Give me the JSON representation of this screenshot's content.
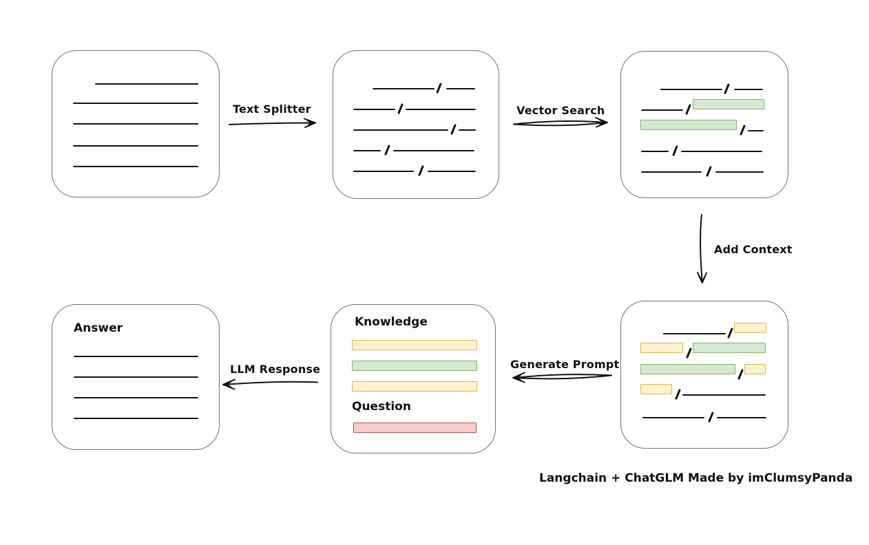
{
  "colors": {
    "canvas_bg": "#ffffff",
    "box_border": "#737373",
    "stroke": "#111111",
    "green_fill": "#d5e8d4",
    "green_border": "#82b366",
    "yellow_fill": "#fff2cc",
    "yellow_border": "#d6b656",
    "red_fill": "#f8cecc",
    "red_border": "#b85450"
  },
  "arrows": {
    "text_splitter": "Text Splitter",
    "vector_search": "Vector Search",
    "add_context": "Add Context",
    "generate_prompt": "Generate Prompt",
    "llm_response": "LLM Response"
  },
  "nodes": {
    "document": {
      "description": "source document with text lines"
    },
    "split_chunks": {
      "description": "text split into chunk segments separated by slashes"
    },
    "matched_chunks": {
      "description": "chunks with two green vector-search matches"
    },
    "context_chunks": {
      "description": "chunks with green matches and yellow context highlights"
    },
    "prompt": {
      "knowledge_label": "Knowledge",
      "question_label": "Question"
    },
    "answer": {
      "label": "Answer"
    }
  },
  "caption": "Langchain + ChatGLM Made by imClumsyPanda"
}
